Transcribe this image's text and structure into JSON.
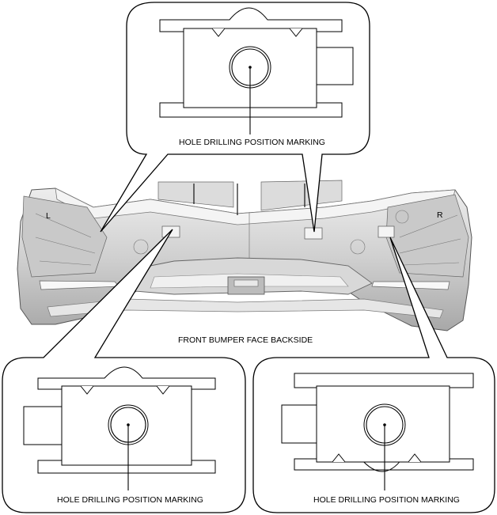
{
  "labels": {
    "detail_top": "HOLE DRILLING POSITION MARKING",
    "detail_bottom_left": "HOLE DRILLING POSITION MARKING",
    "detail_bottom_right": "HOLE DRILLING POSITION MARKING",
    "bumper_caption": "FRONT BUMPER FACE BACKSIDE",
    "side_left": "L",
    "side_right": "R"
  },
  "colors": {
    "bumper_light": "#e4e4e4",
    "bumper_mid": "#bdbdbd",
    "bumper_dark": "#8a8a8a",
    "line": "#000000"
  }
}
